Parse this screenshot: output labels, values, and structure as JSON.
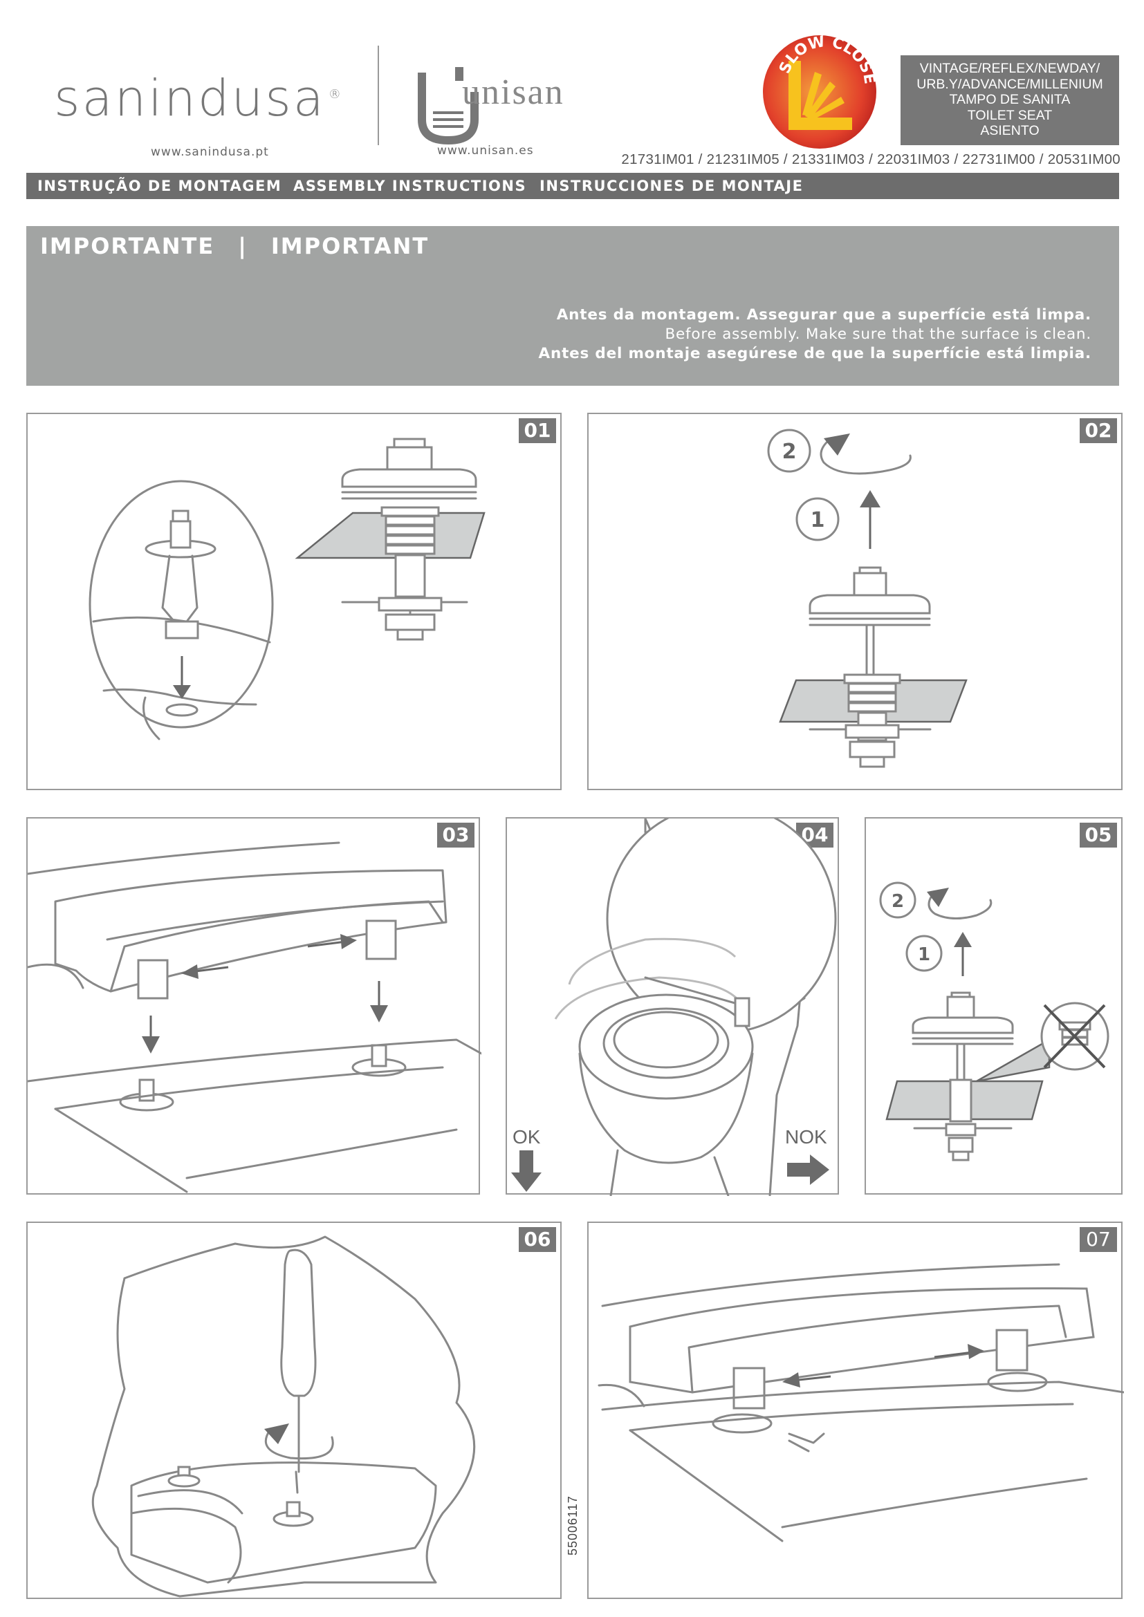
{
  "header": {
    "brand_sanindusa": "sanindusa",
    "brand_sanindusa_mark": "®",
    "url_sanindusa": "www.sanindusa.pt",
    "brand_unisan": "unisan",
    "url_unisan": "www.unisan.es",
    "badge": "SLOW CLOSE",
    "models": [
      "VINTAGE/REFLEX/NEWDAY/",
      "URB.Y/ADVANCE/MILLENIUM",
      "TAMPO DE SANITA",
      "TOILET SEAT",
      "ASIENTO"
    ],
    "codes": "21731IM01 / 21231IM05 / 21331IM03 / 22031IM03 / 22731IM00 / 20531IM00"
  },
  "instructions_bar": {
    "pt": "INSTRUÇÃO DE MONTAGEM",
    "en": "ASSEMBLY INSTRUCTIONS",
    "es": "INSTRUCCIONES DE MONTAJE"
  },
  "important": {
    "title_pt": "IMPORTANTE",
    "separator": "|",
    "title_en": "IMPORTANT",
    "line_pt": "Antes da montagem. Assegurar que a superfície está limpa.",
    "line_en": "Before assembly. Make sure that the surface is clean.",
    "line_es": "Antes del montaje asegúrese de que la superfície está limpia."
  },
  "steps": {
    "s01": "01",
    "s02": "02",
    "s03": "03",
    "s04": "04",
    "s05": "05",
    "s06": "06",
    "s07": "07"
  },
  "step_markers": {
    "one": "1",
    "two": "2"
  },
  "step04": {
    "ok": "OK",
    "nok": "NOK"
  },
  "doc_code": "55006117",
  "colors": {
    "panel_border": "#9a9a9a",
    "label_bg": "#777777",
    "banner_bg": "#a2a4a3",
    "bar_bg": "#6d6d6d",
    "badge_red": "#d8322b",
    "badge_orange": "#f5a623"
  }
}
